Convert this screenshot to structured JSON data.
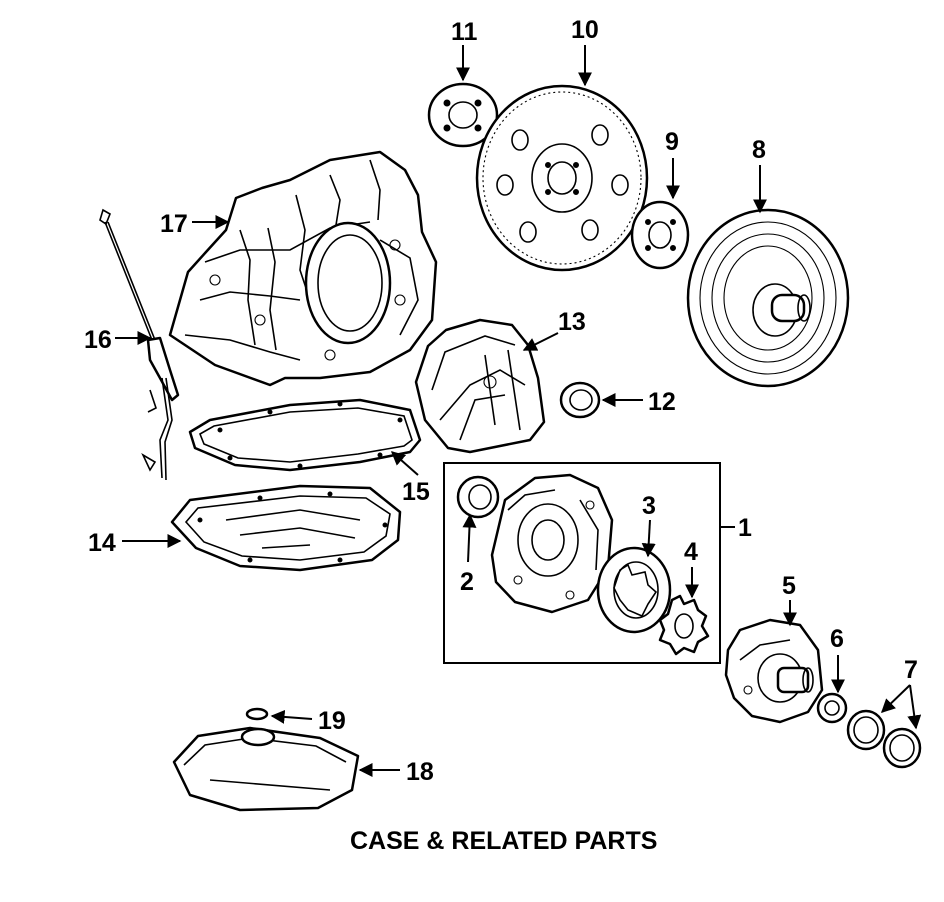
{
  "caption": "CASE & RELATED PARTS",
  "callouts": {
    "c1": "1",
    "c2": "2",
    "c3": "3",
    "c4": "4",
    "c5": "5",
    "c6": "6",
    "c7": "7",
    "c8": "8",
    "c9": "9",
    "c10": "10",
    "c11": "11",
    "c12": "12",
    "c13": "13",
    "c14": "14",
    "c15": "15",
    "c16": "16",
    "c17": "17",
    "c18": "18",
    "c19": "19"
  }
}
